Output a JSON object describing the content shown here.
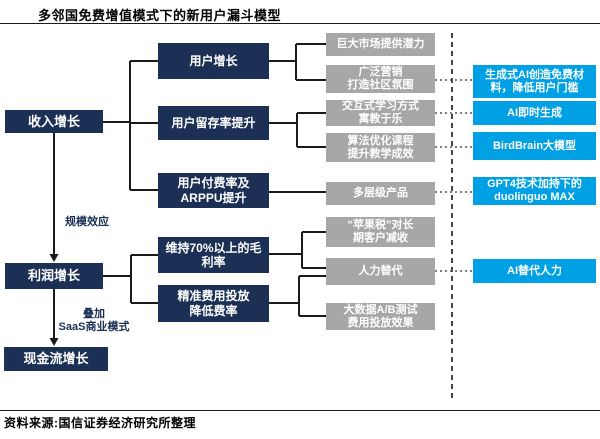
{
  "title": "多邻国免费增值模式下的新用户漏斗模型",
  "source": "资料来源:国信证券经济研究所整理",
  "colors": {
    "navy": "#1c3055",
    "gray": "#a7a7a7",
    "cyan": "#00a0e4",
    "line": "#1a1a1a"
  },
  "left": {
    "revenue": "收入增长",
    "profit": "利润增长",
    "cashflow": "现金流增长"
  },
  "edge_labels": {
    "scale": "规模效应",
    "saas": "叠加\nSaaS商业模式"
  },
  "drivers": {
    "user_growth": "用户增长",
    "retention": "用户留存率提升",
    "payment": "用户付费率及\nARPPU提升",
    "margin": "维持70%以上的毛\n利率",
    "spend": "精准费用投放\n降低费率"
  },
  "factors": {
    "market": "巨大市场提供潜力",
    "marketing": "广泛营销\n打造社区氛围",
    "interactive": "交互式学习方式\n寓教于乐",
    "algorithm": "算法优化课程\n提升教学成效",
    "tiers": "多层级产品",
    "apple_tax": "“苹果税”对长\n期客户减收",
    "labor": "人力替代",
    "abtest": "大数据A/B测试\n费用投放效果"
  },
  "ai": {
    "genai": "生成式AI创造免费材\n料，降低用户门槛",
    "instant": "AI即时生成",
    "birdbrain": "BirdBrain大模型",
    "gpt4": "GPT4技术加持下的\nduolinguo MAX",
    "replace": "AI替代人力"
  }
}
